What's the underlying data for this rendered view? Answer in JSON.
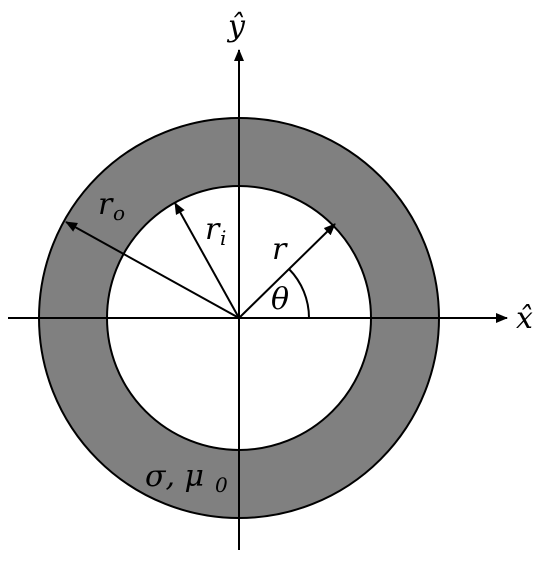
{
  "figure": {
    "annulus_color": "#808080",
    "line_color": "#000000",
    "background": "#ffffff"
  },
  "axes": {
    "x_label": "x̂",
    "y_label": "ŷ"
  },
  "labels": {
    "r_outer": "r",
    "r_outer_sub": "o",
    "r_inner": "r",
    "r_inner_sub": "i",
    "r_general": "r",
    "theta": "θ",
    "material_sigma": "σ, μ",
    "material_mu_sub": "0"
  }
}
